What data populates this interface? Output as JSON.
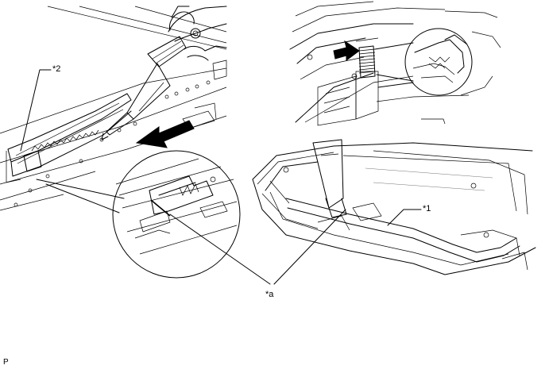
{
  "labels": {
    "callout_2": "*2",
    "callout_1": "*1",
    "callout_a": "*a",
    "page_code": "P"
  },
  "colors": {
    "line": "#000000",
    "background": "#ffffff"
  },
  "icons": [
    "arrow-left-icon",
    "arrow-right-icon"
  ]
}
